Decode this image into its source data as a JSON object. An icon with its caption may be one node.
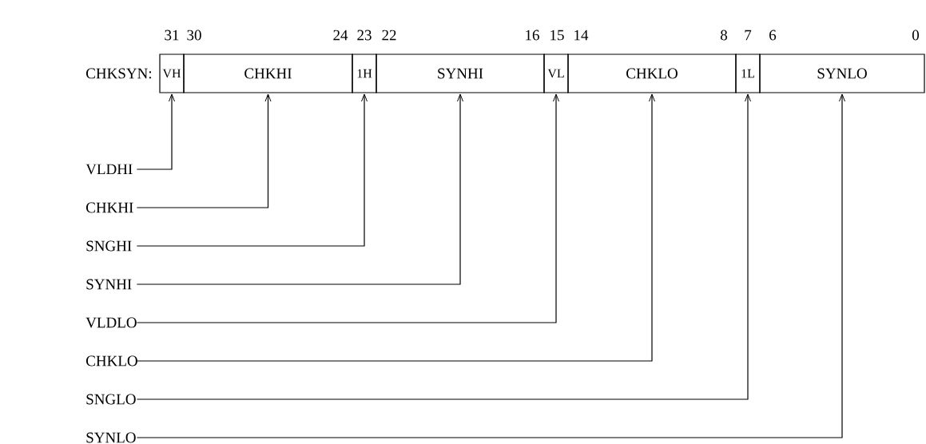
{
  "diagram": {
    "nodes": [
      {
        "text": [
          "VH"
        ]
      },
      {
        "text": [
          "CHKHI"
        ]
      },
      {
        "text": [
          "1H"
        ]
      },
      {
        "text": [
          "SYNHI"
        ]
      },
      {
        "text": [
          "VL"
        ]
      },
      {
        "text": [
          "CHKLO"
        ]
      },
      {
        "text": [
          "1L"
        ]
      },
      {
        "text": [
          "SYNLO"
        ]
      },
      {
        "text": [
          "VLDHI"
        ]
      },
      {
        "text": [
          "CHKHI"
        ]
      },
      {
        "text": [
          "SNGHI"
        ]
      },
      {
        "text": [
          "SYNHI"
        ]
      },
      {
        "text": [
          "VLDLO"
        ]
      },
      {
        "text": [
          "CHKLO"
        ]
      },
      {
        "text": [
          "SNGLO"
        ]
      },
      {
        "text": [
          "SYNLO"
        ]
      }
    ],
    "edges": [
      {
        "from": 8,
        "to": 0,
        "arrow": "to"
      },
      {
        "from": 9,
        "to": 1,
        "arrow": "to"
      },
      {
        "from": 10,
        "to": 2,
        "arrow": "to"
      },
      {
        "from": 11,
        "to": 3,
        "arrow": "to"
      },
      {
        "from": 12,
        "to": 4,
        "arrow": "to"
      },
      {
        "from": 13,
        "to": 5,
        "arrow": "to"
      },
      {
        "from": 14,
        "to": 6,
        "arrow": "to"
      },
      {
        "from": 15,
        "to": 7,
        "arrow": "to"
      }
    ],
    "labels": [
      "31",
      "30",
      "24",
      "23",
      "22",
      "16",
      "15",
      "14",
      "8",
      "7",
      "6",
      "0",
      "CHKSYN:"
    ]
  }
}
